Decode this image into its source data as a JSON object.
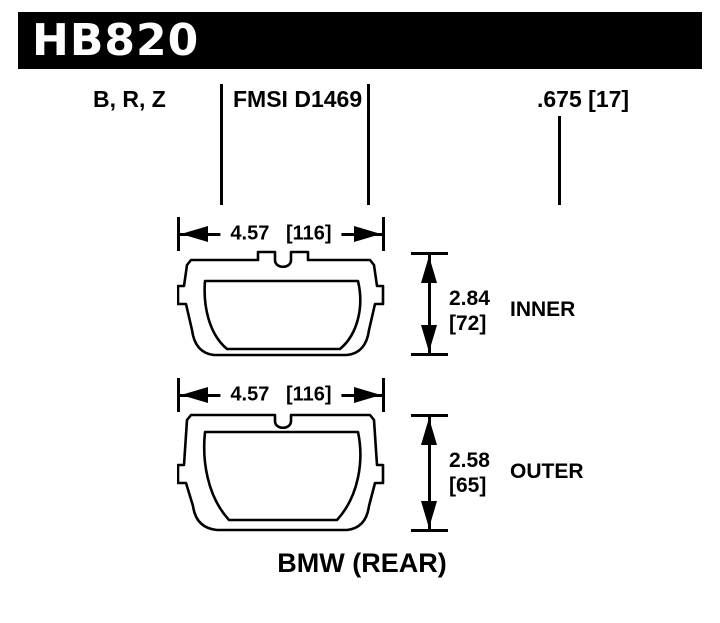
{
  "colors": {
    "ink": "#000000",
    "paper": "#ffffff"
  },
  "header": {
    "part_number": "HB820"
  },
  "callouts": {
    "compounds": "B, R, Z",
    "fmsi": "FMSI D1469",
    "thickness": ".675 [17]"
  },
  "dimensions": {
    "inner": {
      "width": "4.57   [116]",
      "height_value": "2.84",
      "height_mm": "[72]",
      "label": "INNER"
    },
    "outer": {
      "width": "4.57   [116]",
      "height_value": "2.58",
      "height_mm": "[65]",
      "label": "OUTER"
    }
  },
  "footer": {
    "application": "BMW (REAR)"
  }
}
